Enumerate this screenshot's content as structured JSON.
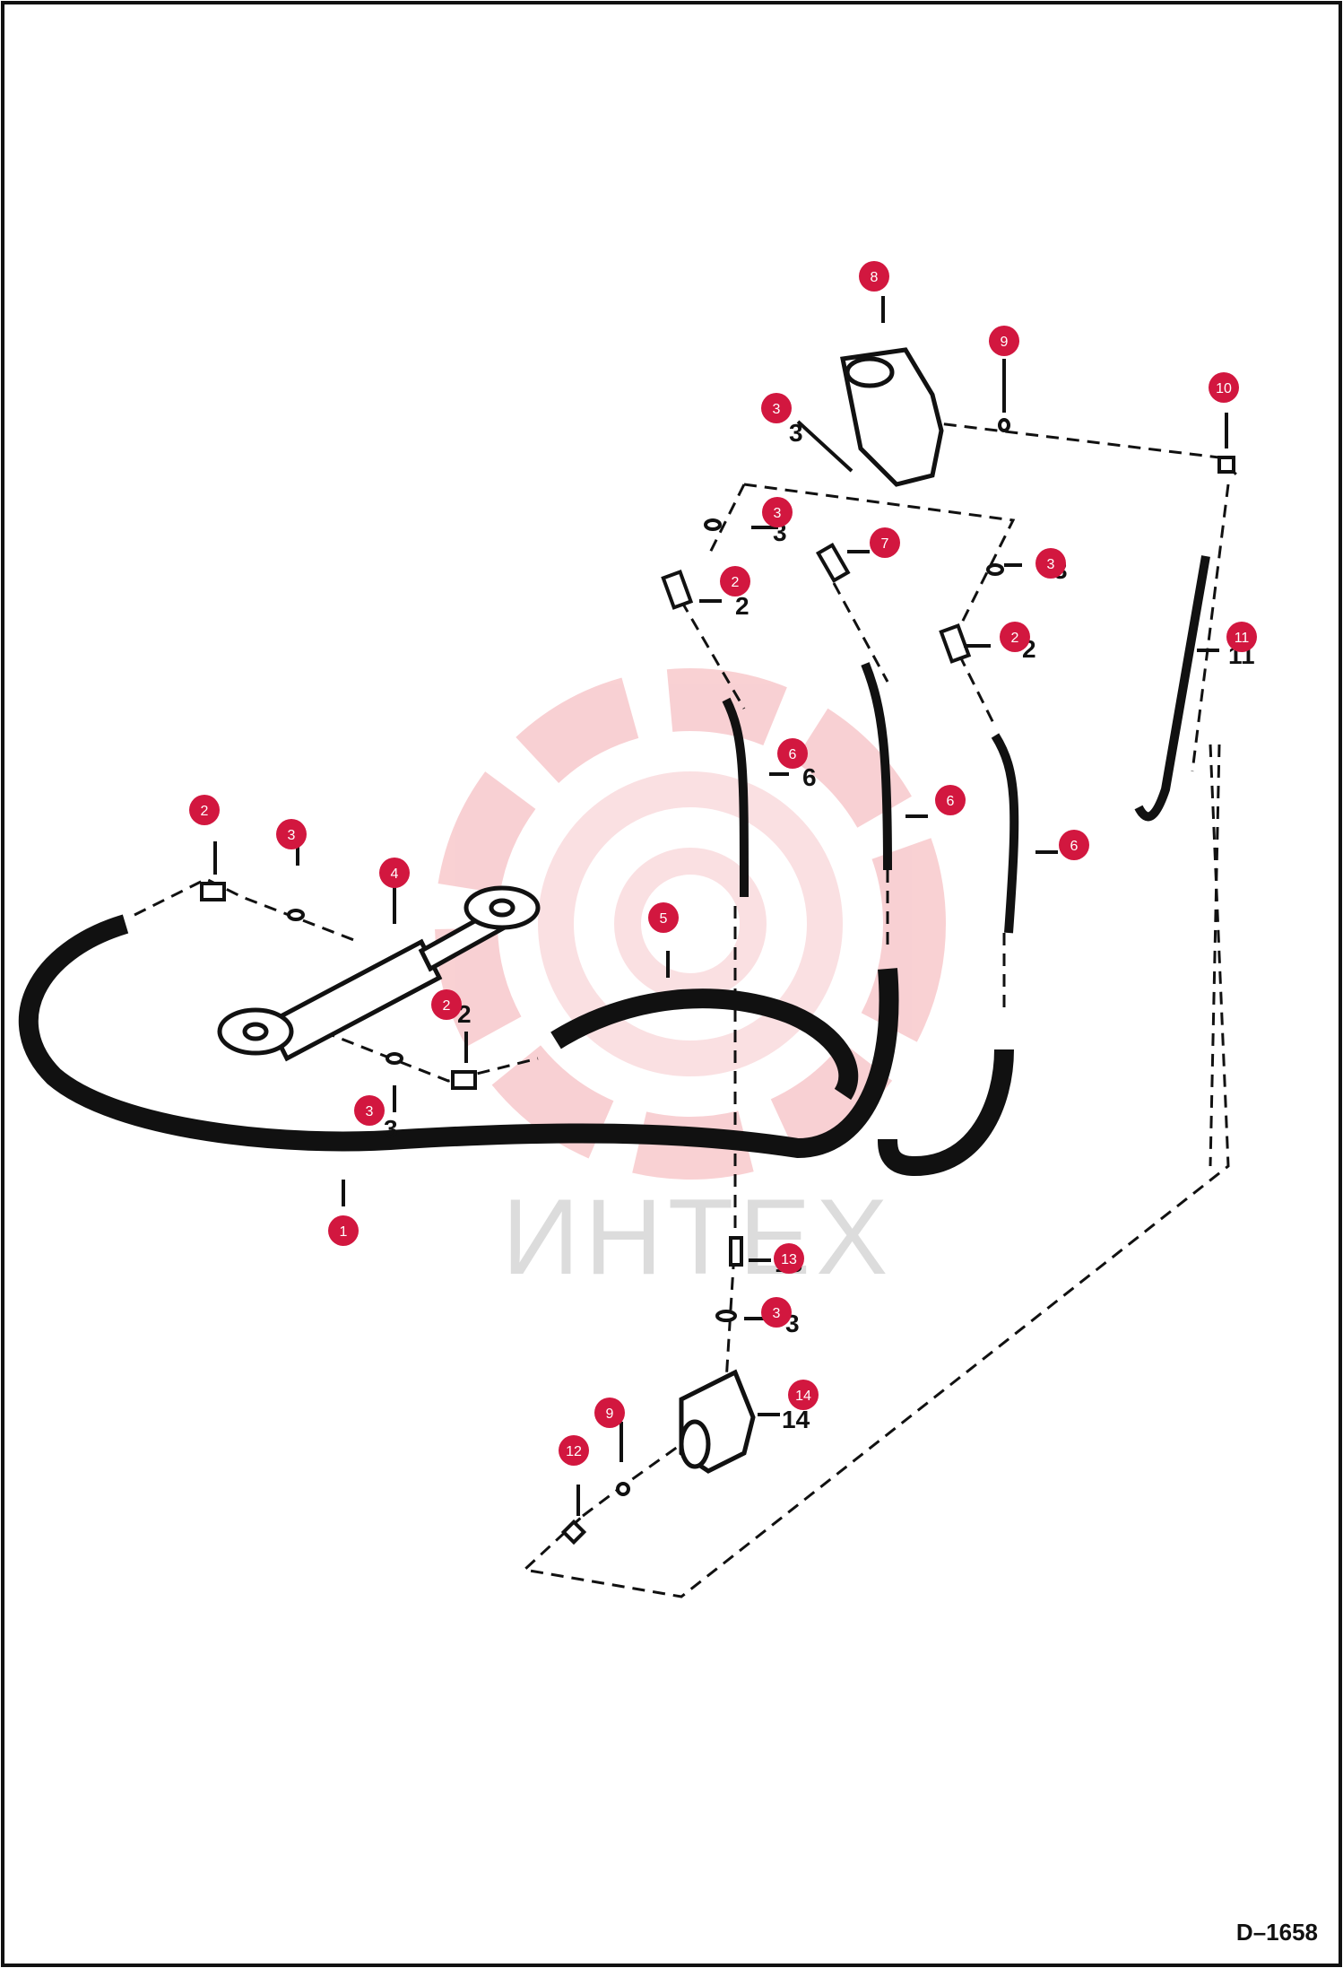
{
  "diagram": {
    "drawing_id": "D–1658",
    "watermark_text": "ИНТЕХ",
    "callout_color": "#d2173f",
    "parts": [
      {
        "id": "1",
        "label": "1"
      },
      {
        "id": "2",
        "label": "2"
      },
      {
        "id": "3",
        "label": "3"
      },
      {
        "id": "4",
        "label": "4"
      },
      {
        "id": "5",
        "label": "5"
      },
      {
        "id": "6",
        "label": "6"
      },
      {
        "id": "7",
        "label": "7"
      },
      {
        "id": "8",
        "label": "8"
      },
      {
        "id": "9",
        "label": "9"
      },
      {
        "id": "10",
        "label": "10"
      },
      {
        "id": "11",
        "label": "11"
      },
      {
        "id": "12",
        "label": "12"
      },
      {
        "id": "13",
        "label": "13"
      },
      {
        "id": "14",
        "label": "14"
      }
    ]
  }
}
